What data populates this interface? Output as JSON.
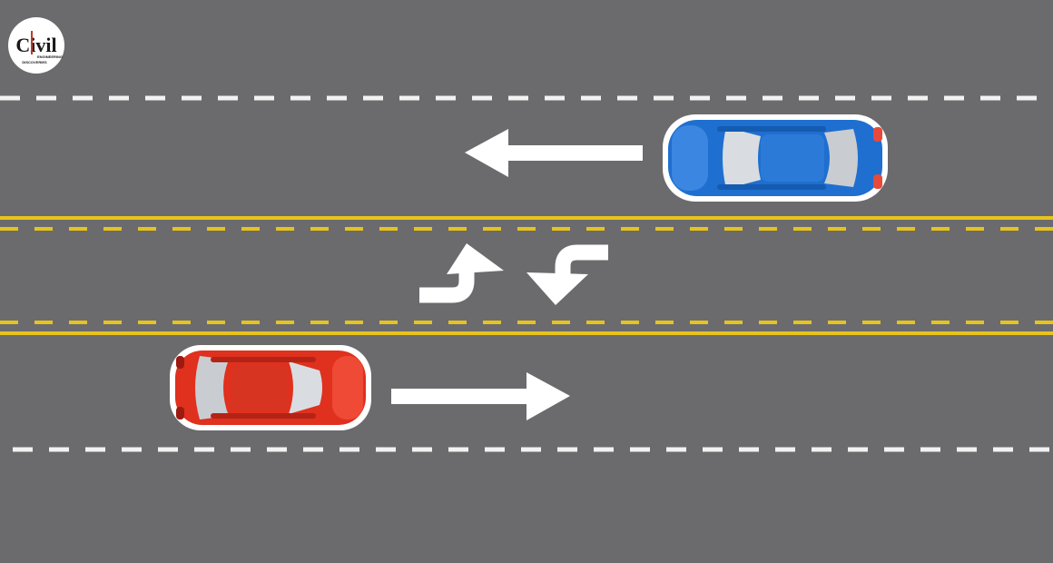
{
  "logo": {
    "main_text": "Civil",
    "sub_text_1": "ENGINEERING",
    "sub_text_2": "DISCOVERIES"
  },
  "colors": {
    "road": "#6b6b6e",
    "white_marking": "#f2f2f2",
    "yellow_marking": "#e7c31e",
    "car_red": "#e0301e",
    "car_blue": "#1f6fd0",
    "logo_red": "#c0392b"
  },
  "lanes": {
    "top": {
      "direction": "left",
      "vehicle": "blue-car"
    },
    "center": {
      "type": "two-way-left-turn-lane",
      "arrows": [
        "left-turn-up",
        "left-turn-down"
      ]
    },
    "bottom": {
      "direction": "right",
      "vehicle": "red-car"
    }
  },
  "icons": [
    "arrow-left-icon",
    "arrow-right-icon",
    "turn-left-up-icon",
    "turn-left-down-icon"
  ]
}
